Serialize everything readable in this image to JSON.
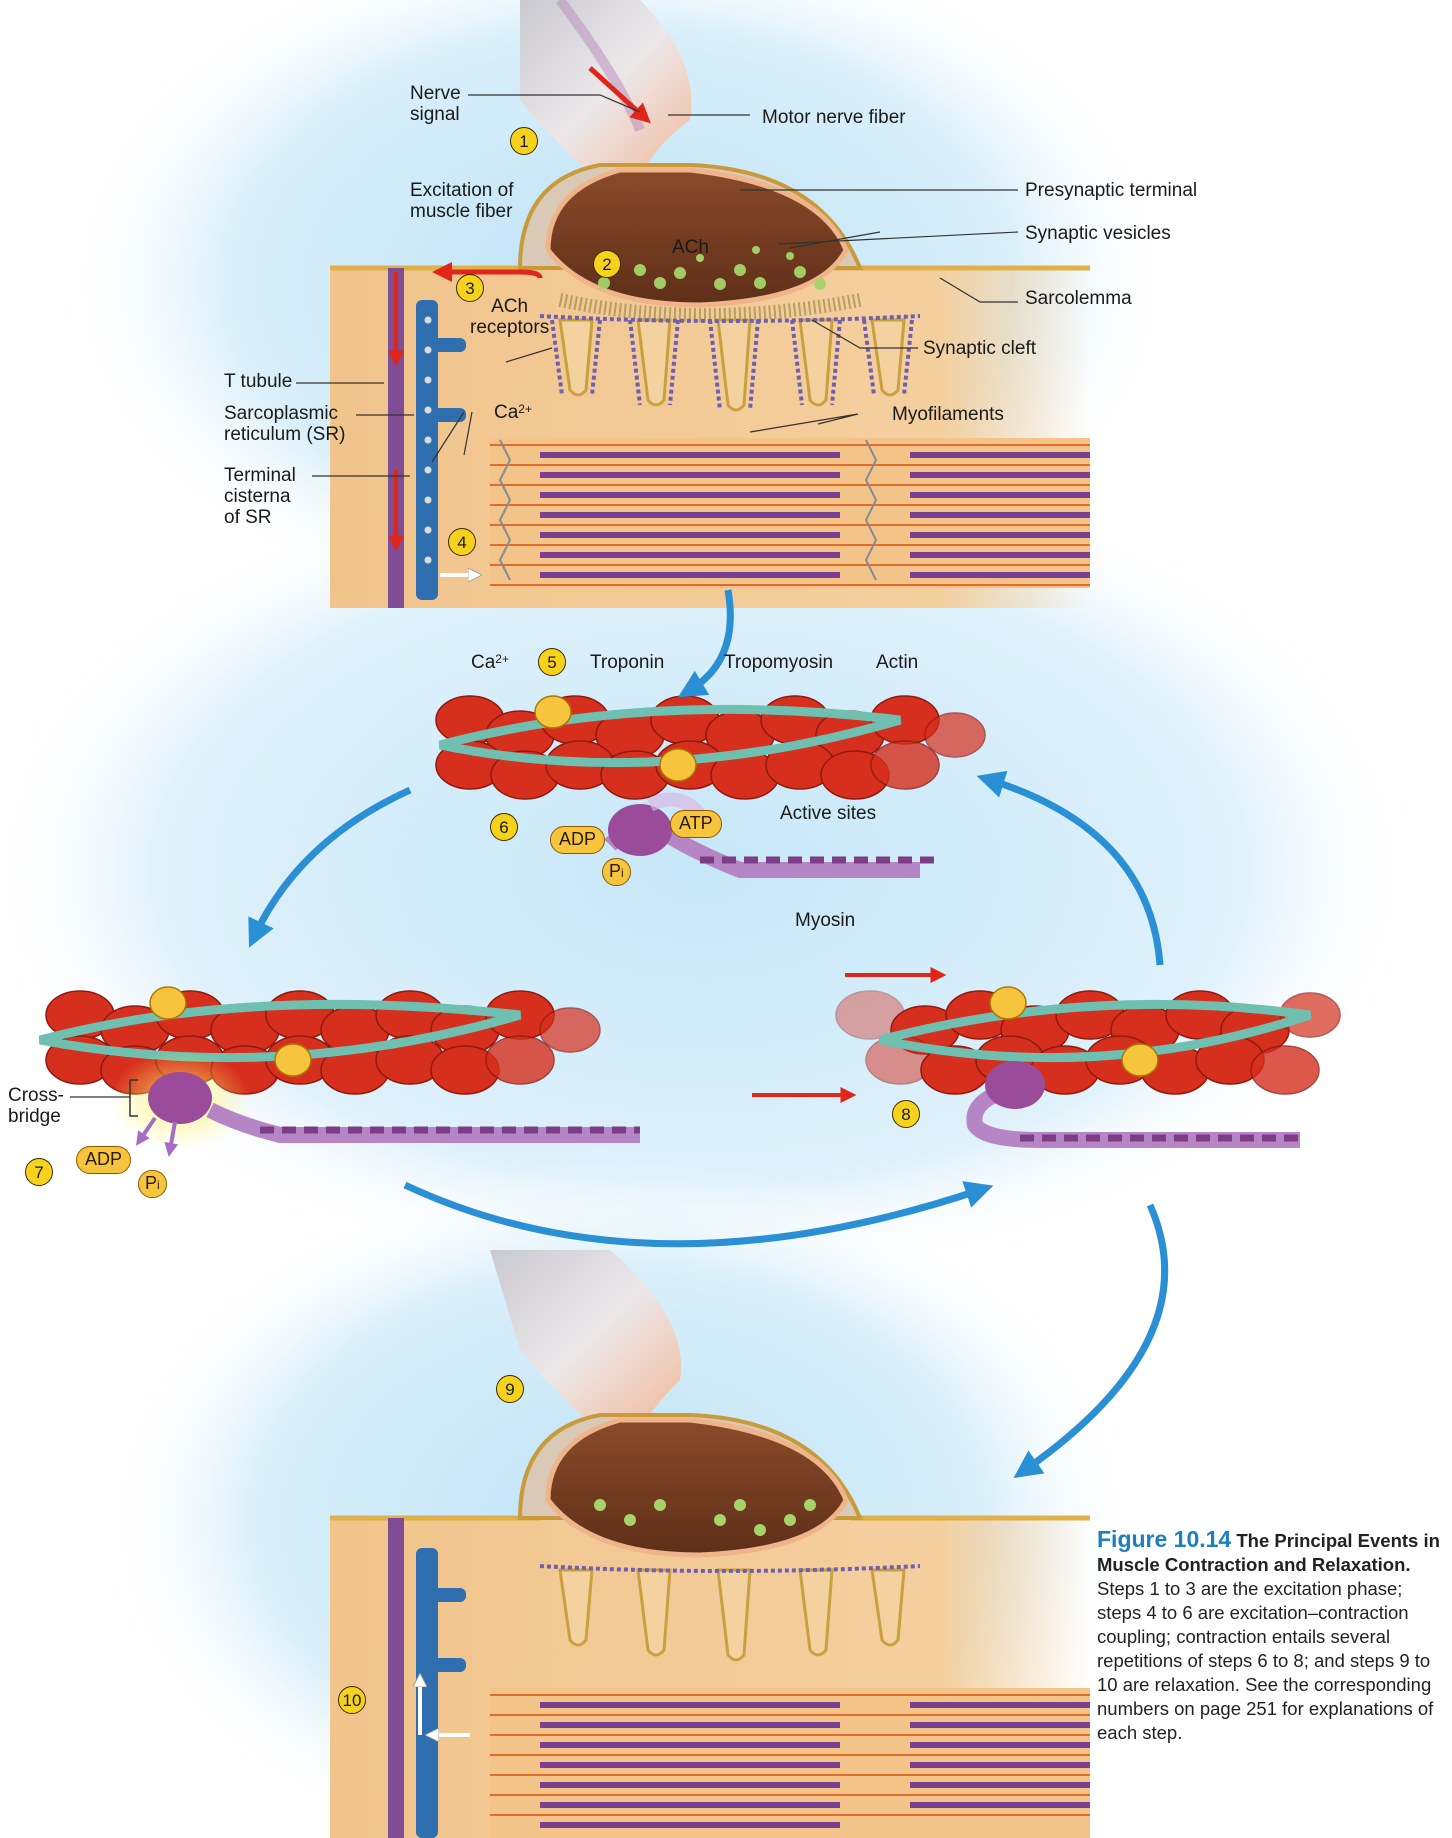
{
  "labels": {
    "nerve_signal": "Nerve\nsignal",
    "motor_nerve_fiber": "Motor nerve fiber",
    "excitation": "Excitation of\nmuscle fiber",
    "presynaptic_terminal": "Presynaptic terminal",
    "ach": "ACh",
    "synaptic_vesicles": "Synaptic vesicles",
    "sarcolemma": "Sarcolemma",
    "ach_receptors": "ACh\nreceptors",
    "synaptic_cleft": "Synaptic cleft",
    "t_tubule": "T tubule",
    "sr": "Sarcoplasmic\nreticulum (SR)",
    "ca_base": "Ca",
    "ca_sup": "2+",
    "myofilaments": "Myofilaments",
    "terminal_cisterna": "Terminal\ncisterna\nof SR",
    "troponin": "Troponin",
    "tropomyosin": "Tropomyosin",
    "actin": "Actin",
    "active_sites": "Active sites",
    "myosin": "Myosin",
    "cross_bridge": "Cross-\nbridge"
  },
  "badges": {
    "adp": "ADP",
    "atp": "ATP",
    "pi_base": "P",
    "pi_sub": "i"
  },
  "steps": [
    "1",
    "2",
    "3",
    "4",
    "5",
    "6",
    "7",
    "8",
    "9",
    "10"
  ],
  "caption": {
    "figure": "Figure 10.14",
    "title": "The Principal Events in Muscle Contraction and Relaxation.",
    "body": "Steps 1 to 3 are the excitation phase; steps 4 to 6 are excitation–contraction coupling; contraction entails several repetitions of steps 6 to 8; and steps 9 to 10 are relaxation. See the corresponding numbers on page 251 for explanations of each step."
  },
  "colors": {
    "muscle": "#f2c48a",
    "terminal": "#7a3f22",
    "actin": "#d62f1e",
    "tropomyosin": "#6fc0b0",
    "myosin": "#9a4b9a",
    "cycle_arrow": "#2a8fd4",
    "signal_arrow": "#e0261b",
    "step_badge": "#f7d21c",
    "caption_accent": "#1b7fc1"
  }
}
